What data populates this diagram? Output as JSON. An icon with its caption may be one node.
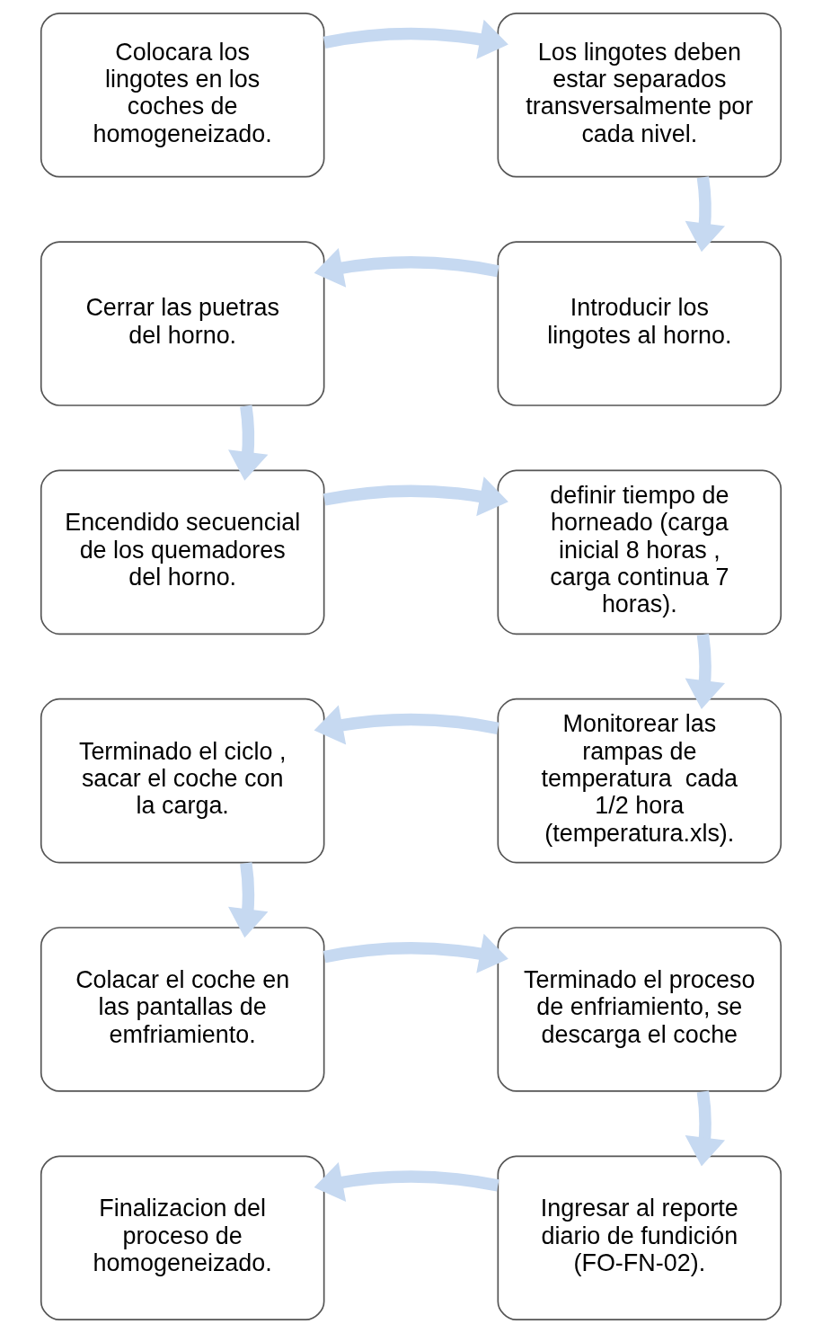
{
  "diagram": {
    "nodes": [
      {
        "text": [
          "Colocara los lingotes en los coches de homogeneizado."
        ]
      },
      {
        "text": [
          "Los lingotes deben estar separados transversalmente por cada nivel."
        ]
      },
      {
        "text": [
          "Cerrar las puetras del horno."
        ]
      },
      {
        "text": [
          "Introducir los lingotes al horno."
        ]
      },
      {
        "text": [
          "Encendido secuencial de los quemadores del horno."
        ]
      },
      {
        "text": [
          "definir tiempo de horneado (carga inicial 8 horas , carga continua 7 horas)."
        ]
      },
      {
        "text": [
          "Terminado el ciclo , sacar el coche con la carga."
        ]
      },
      {
        "text": [
          "Monitorear las rampas de temperatura  cada 1/2 hora (temperatura.xls)."
        ]
      },
      {
        "text": [
          "Colacar el coche en las pantallas de emfriamiento."
        ]
      },
      {
        "text": [
          "Terminado el proceso de enfriamiento, se descarga el coche"
        ]
      },
      {
        "text": [
          "Finalizacion del proceso de homogeneizado."
        ]
      },
      {
        "text": [
          "Ingresar al reporte diario de fundición (FO-FN-02)."
        ]
      }
    ],
    "edges": [
      {
        "from": 0,
        "to": 1,
        "arrow": "to"
      },
      {
        "from": 1,
        "to": 3,
        "arrow": "to"
      },
      {
        "from": 3,
        "to": 2,
        "arrow": "to"
      },
      {
        "from": 2,
        "to": 4,
        "arrow": "to"
      },
      {
        "from": 4,
        "to": 5,
        "arrow": "to"
      },
      {
        "from": 5,
        "to": 7,
        "arrow": "to"
      },
      {
        "from": 7,
        "to": 6,
        "arrow": "to"
      },
      {
        "from": 6,
        "to": 8,
        "arrow": "to"
      },
      {
        "from": 8,
        "to": 9,
        "arrow": "to"
      },
      {
        "from": 9,
        "to": 11,
        "arrow": "to"
      },
      {
        "from": 11,
        "to": 10,
        "arrow": "to"
      }
    ]
  }
}
